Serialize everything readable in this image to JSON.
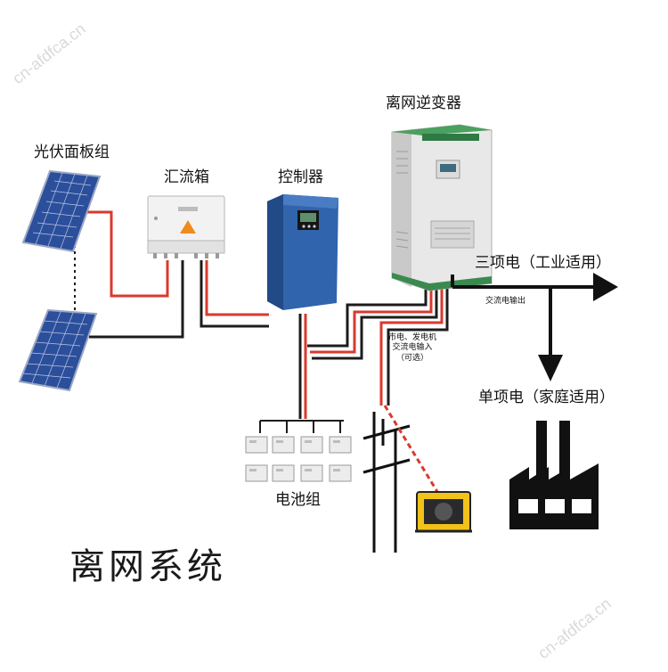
{
  "diagram": {
    "title": "离网系统",
    "nodes": {
      "solar_panels": "光伏面板组",
      "combiner_box": "汇流箱",
      "controller": "控制器",
      "inverter": "离网逆变器",
      "battery_bank": "电池组",
      "three_phase_output": "三项电（工业适用）",
      "single_phase_output": "单项电（家庭适用）",
      "ac_output_label": "交流电输出",
      "grid_generator_input": [
        "市电、发电机",
        "交流电输入",
        "（可选）"
      ]
    },
    "watermarks": [
      "cn-afdfca.cn",
      "cn-afdfca.cn"
    ],
    "colors": {
      "wire_red": "#d83a2e",
      "wire_black": "#1c1c1c",
      "panel_blue": "#2c4f9c",
      "controller_blue": "#3064ad",
      "inverter_body": "#e6e6e6",
      "inverter_green": "#3a8a4f",
      "arrow": "#111111"
    }
  }
}
